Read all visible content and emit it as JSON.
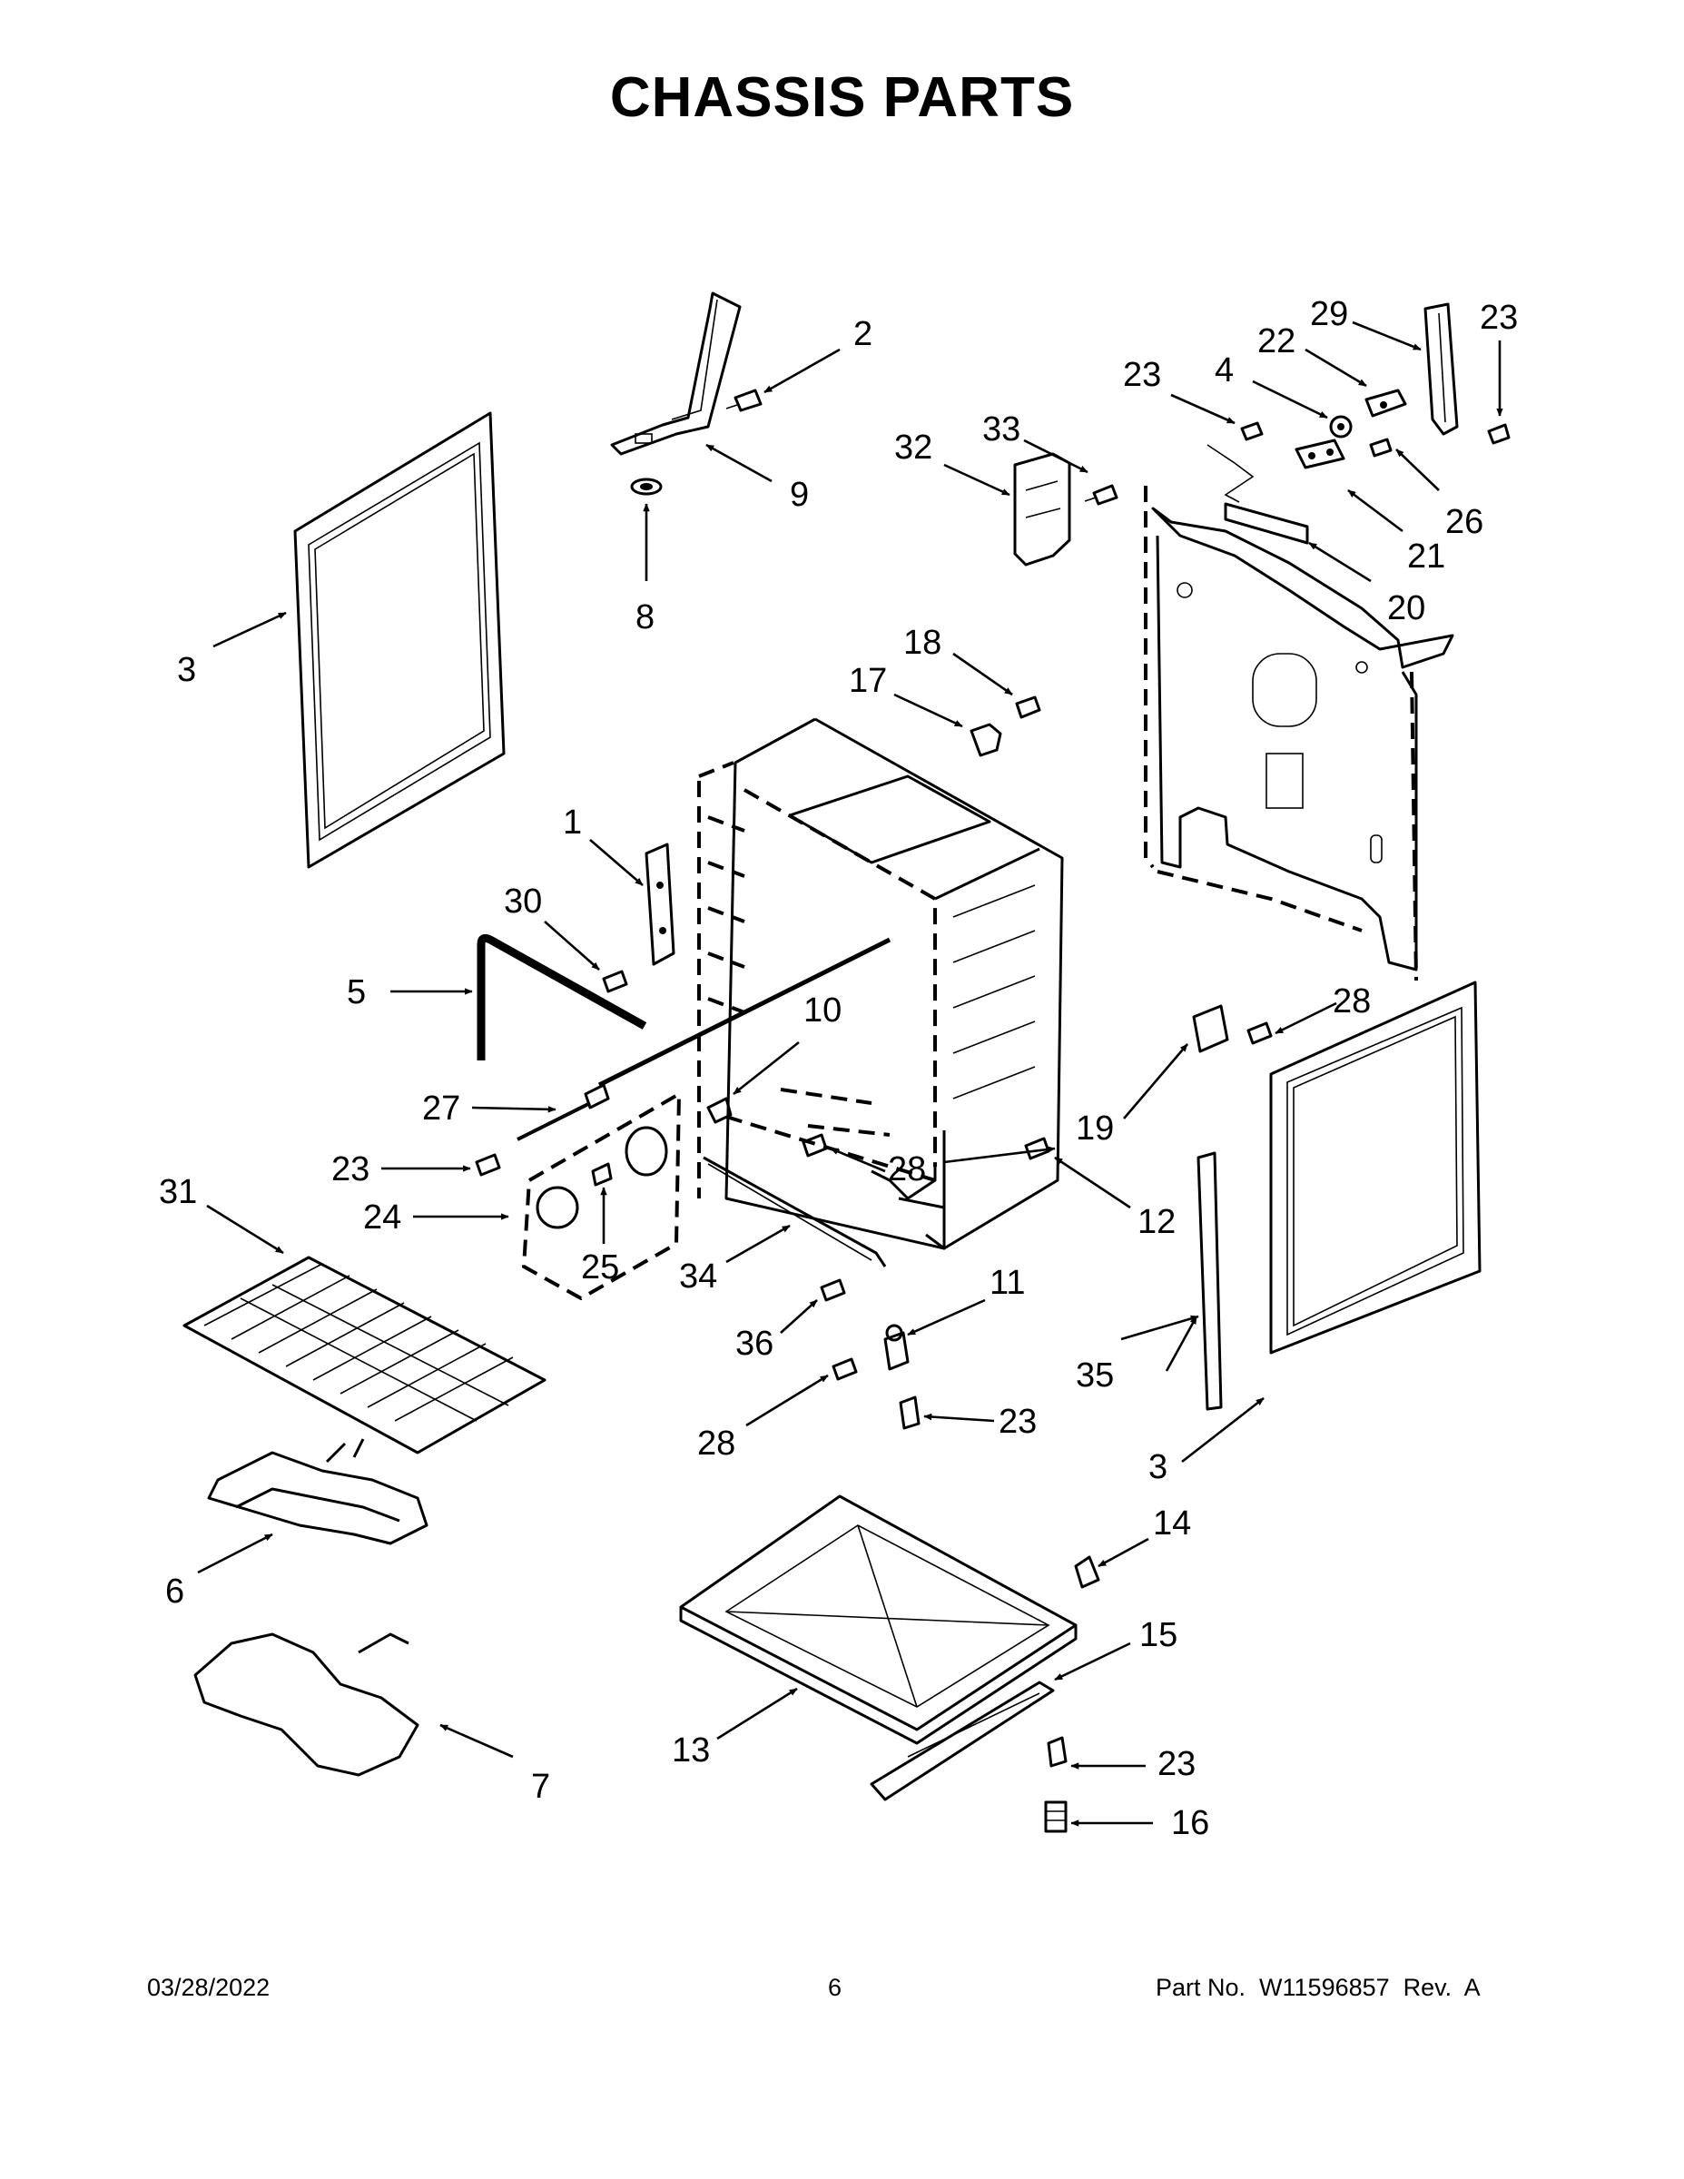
{
  "page": {
    "title": "CHASSIS PARTS",
    "footer": {
      "date": "03/28/2022",
      "page_number": "6",
      "part_number": "Part No.  W11596857  Rev.  A"
    }
  },
  "callouts": [
    {
      "id": "c2",
      "label": "2"
    },
    {
      "id": "c9",
      "label": "9"
    },
    {
      "id": "c8",
      "label": "8"
    },
    {
      "id": "c3a",
      "label": "3"
    },
    {
      "id": "c32",
      "label": "32"
    },
    {
      "id": "c33",
      "label": "33"
    },
    {
      "id": "c23a",
      "label": "23"
    },
    {
      "id": "c4",
      "label": "4"
    },
    {
      "id": "c22",
      "label": "22"
    },
    {
      "id": "c29",
      "label": "29"
    },
    {
      "id": "c23b",
      "label": "23"
    },
    {
      "id": "c26",
      "label": "26"
    },
    {
      "id": "c21",
      "label": "21"
    },
    {
      "id": "c20",
      "label": "20"
    },
    {
      "id": "c18",
      "label": "18"
    },
    {
      "id": "c17",
      "label": "17"
    },
    {
      "id": "c1",
      "label": "1"
    },
    {
      "id": "c30",
      "label": "30"
    },
    {
      "id": "c5",
      "label": "5"
    },
    {
      "id": "c10",
      "label": "10"
    },
    {
      "id": "c28a",
      "label": "28"
    },
    {
      "id": "c19",
      "label": "19"
    },
    {
      "id": "c27",
      "label": "27"
    },
    {
      "id": "c23c",
      "label": "23"
    },
    {
      "id": "c28b",
      "label": "28"
    },
    {
      "id": "c12",
      "label": "12"
    },
    {
      "id": "c31",
      "label": "31"
    },
    {
      "id": "c24",
      "label": "24"
    },
    {
      "id": "c25",
      "label": "25"
    },
    {
      "id": "c34",
      "label": "34"
    },
    {
      "id": "c11",
      "label": "11"
    },
    {
      "id": "c36",
      "label": "36"
    },
    {
      "id": "c35",
      "label": "35"
    },
    {
      "id": "c28c",
      "label": "28"
    },
    {
      "id": "c23d",
      "label": "23"
    },
    {
      "id": "c3b",
      "label": "3"
    },
    {
      "id": "c14",
      "label": "14"
    },
    {
      "id": "c6",
      "label": "6"
    },
    {
      "id": "c15",
      "label": "15"
    },
    {
      "id": "c13",
      "label": "13"
    },
    {
      "id": "c23e",
      "label": "23"
    },
    {
      "id": "c7",
      "label": "7"
    },
    {
      "id": "c16",
      "label": "16"
    }
  ]
}
